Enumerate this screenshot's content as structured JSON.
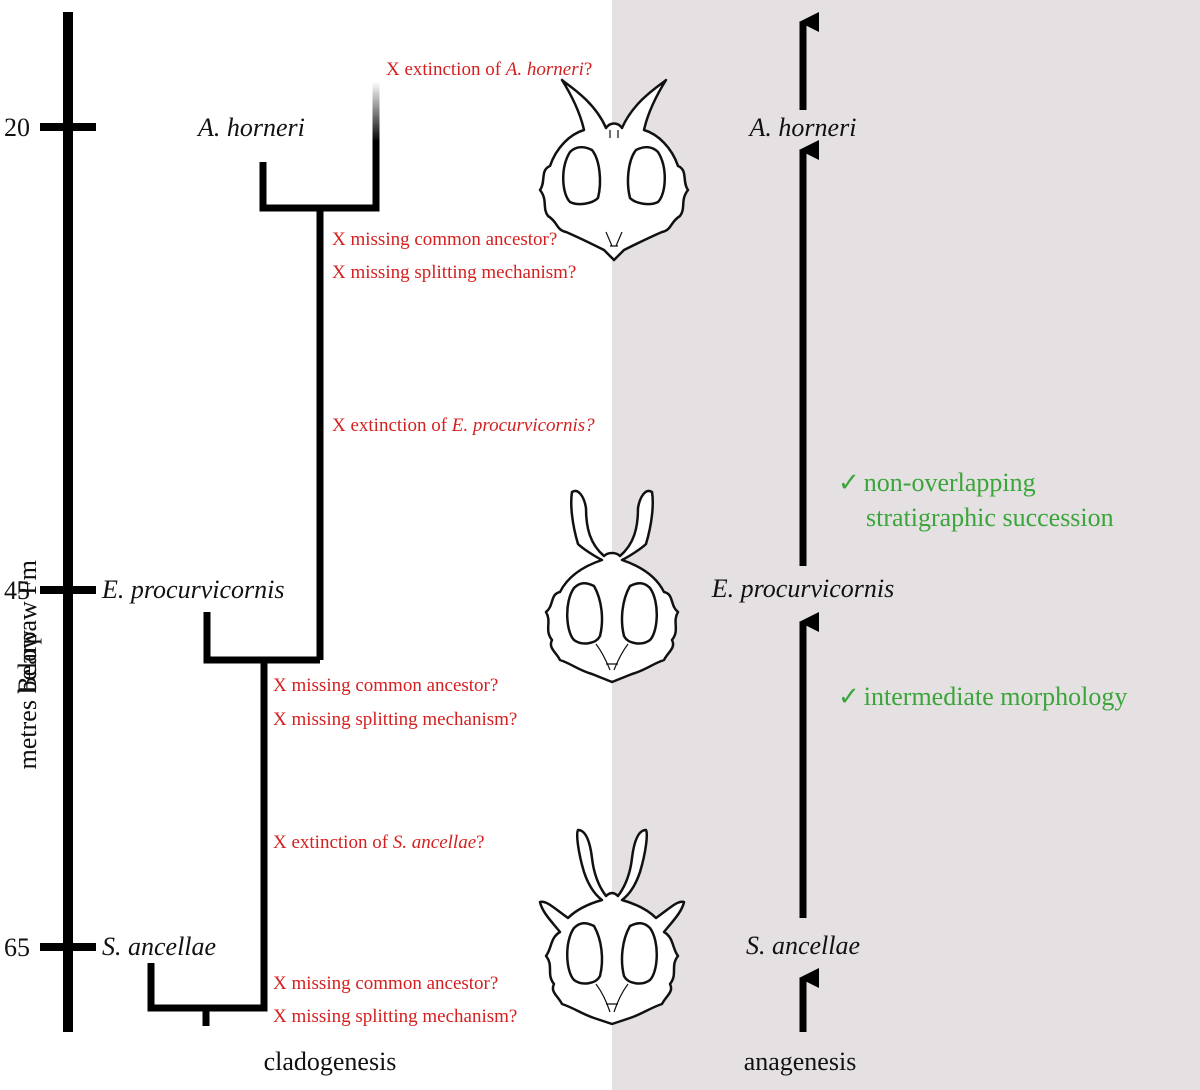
{
  "axis": {
    "ticks": [
      "20",
      "45",
      "65"
    ],
    "title_line1": "metres below",
    "title_line2": "Bearpaw Fm"
  },
  "cladogenesis": {
    "taxa": [
      "A. horneri",
      "E. procurvicornis",
      "S. ancellae"
    ],
    "notes": {
      "extinction_prefix": "X extinction of ",
      "ah_taxon": "A. horneri",
      "ah_suffix": "?",
      "ep_taxon": "E. procurvicornis?",
      "sa_taxon": "S. ancellae",
      "sa_suffix": "?",
      "missing_ancestor": "X missing common ancestor?",
      "missing_mechanism": "X missing splitting mechanism?"
    },
    "label": "cladogenesis"
  },
  "anagenesis": {
    "taxa": [
      "A. horneri",
      "E. procurvicornis",
      "S. ancellae"
    ],
    "checks": {
      "mark": "✓",
      "succession_line1": "non-overlapping",
      "succession_line2": "stratigraphic succession",
      "morphology": "intermediate morphology"
    },
    "label": "anagenesis"
  },
  "colors": {
    "negative": "#d42020",
    "positive": "#3aa53a",
    "anagenesis_background": "#e5e0e1"
  }
}
